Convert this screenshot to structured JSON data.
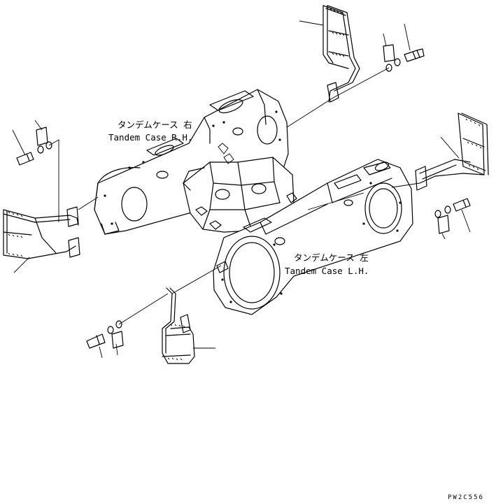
{
  "labels": {
    "rh_jp": "タンデムケース 右",
    "rh_en": "Tandem Case R.H.",
    "lh_jp": "タンデムケース 左",
    "lh_en": "Tandem Case L.H.",
    "drawing_code": "PW2C556"
  },
  "colors": {
    "line": "#000000",
    "background": "#ffffff"
  }
}
